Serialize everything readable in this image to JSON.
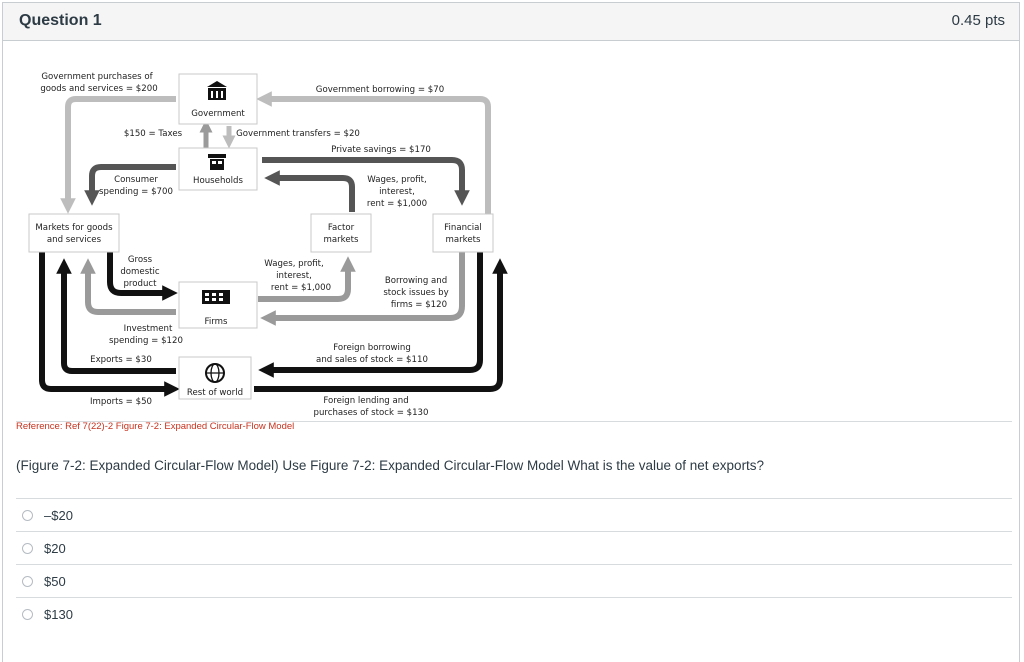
{
  "question": {
    "title": "Question 1",
    "points": "0.45 pts",
    "reference": "Reference: Ref 7(22)-2 Figure 7-2: Expanded Circular-Flow Model",
    "text": "(Figure 7-2: Expanded Circular-Flow Model) Use Figure 7-2: Expanded Circular-Flow Model What is the value of net exports?",
    "answers": [
      "–$20",
      "$20",
      "$50",
      "$130"
    ]
  },
  "figure": {
    "nodes": {
      "government": "Government",
      "households": "Households",
      "markets_goods_1": "Markets for goods",
      "markets_goods_2": "and services",
      "factor_1": "Factor",
      "factor_2": "markets",
      "financial_1": "Financial",
      "financial_2": "markets",
      "firms": "Firms",
      "rest_of_world": "Rest of world"
    },
    "labels": {
      "gov_purchases_1": "Government purchases of",
      "gov_purchases_2": "goods and services = $200",
      "gov_borrowing": "Government borrowing = $70",
      "taxes": "$150 = Taxes",
      "gov_transfers": "Government transfers = $20",
      "private_savings": "Private savings = $170",
      "consumer_1": "Consumer",
      "consumer_2": "spending = $700",
      "wages_top_1": "Wages, profit,",
      "wages_top_2": "interest,",
      "wages_top_3": "rent = $1,000",
      "gdp_1": "Gross",
      "gdp_2": "domestic",
      "gdp_3": "product",
      "wages_mid_1": "Wages, profit,",
      "wages_mid_2": "interest,",
      "wages_mid_3": "rent = $1,000",
      "borrowing_1": "Borrowing and",
      "borrowing_2": "stock issues by",
      "borrowing_3": "firms = $120",
      "investment_1": "Investment",
      "investment_2": "spending = $120",
      "foreign_borrowing_1": "Foreign borrowing",
      "foreign_borrowing_2": "and sales of stock = $110",
      "exports": "Exports = $30",
      "imports": "Imports = $50",
      "foreign_lending_1": "Foreign lending and",
      "foreign_lending_2": "purchases of stock = $130"
    }
  }
}
